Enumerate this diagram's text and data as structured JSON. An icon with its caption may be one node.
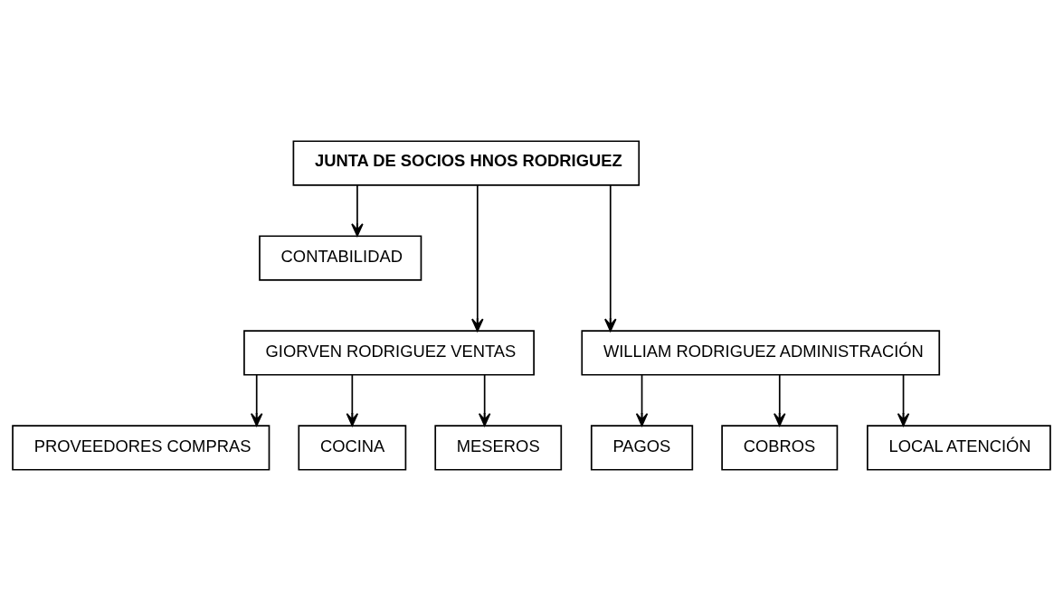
{
  "diagram": {
    "nodes": [
      {
        "text": [
          "JUNTA DE SOCIOS HNOS RODRIGUEZ"
        ]
      },
      {
        "text": [
          "CONTABILIDAD"
        ]
      },
      {
        "text": [
          "GIORVEN RODRIGUEZ VENTAS"
        ]
      },
      {
        "text": [
          "WILLIAM RODRIGUEZ ADMINISTRACIÓN"
        ]
      },
      {
        "text": [
          "PROVEEDORES COMPRAS"
        ]
      },
      {
        "text": [
          "COCINA"
        ]
      },
      {
        "text": [
          "MESEROS"
        ]
      },
      {
        "text": [
          "PAGOS"
        ]
      },
      {
        "text": [
          "COBROS"
        ]
      },
      {
        "text": [
          "LOCAL ATENCIÓN"
        ]
      }
    ],
    "edges": [
      {
        "from": 0,
        "to": 1,
        "arrow": "to"
      },
      {
        "from": 0,
        "to": 2,
        "arrow": "to"
      },
      {
        "from": 0,
        "to": 3,
        "arrow": "to"
      },
      {
        "from": 2,
        "to": 4,
        "arrow": "to"
      },
      {
        "from": 2,
        "to": 5,
        "arrow": "to"
      },
      {
        "from": 2,
        "to": 6,
        "arrow": "to"
      },
      {
        "from": 3,
        "to": 7,
        "arrow": "to"
      },
      {
        "from": 3,
        "to": 8,
        "arrow": "to"
      },
      {
        "from": 3,
        "to": 9,
        "arrow": "to"
      }
    ]
  }
}
